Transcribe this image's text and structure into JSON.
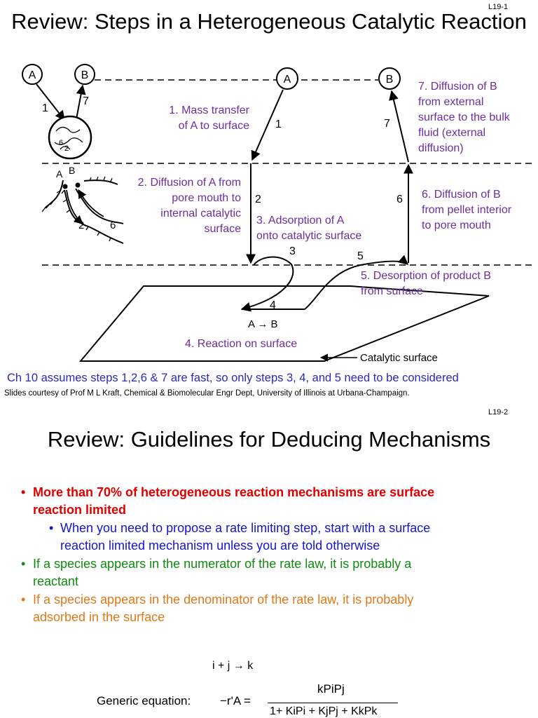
{
  "slide1": {
    "number": "L19-1",
    "title": "Review: Steps in a Heterogeneous Catalytic Reaction",
    "step1": "1. Mass transfer\nof A to surface",
    "step2": "2. Diffusion of A from\npore mouth to\ninternal catalytic\nsurface",
    "step3": "3. Adsorption of A\nonto catalytic surface",
    "step4": "4. Reaction on surface",
    "step5": "5. Desorption of product B\nfrom surface",
    "step6": "6. Diffusion of B\nfrom pellet interior\nto pore mouth",
    "step7": "7. Diffusion of B\nfrom external\nsurface to the bulk\nfluid (external\ndiffusion)",
    "diagram": {
      "species_a": "A",
      "species_b": "B",
      "num1": "1",
      "num2": "2",
      "num3": "3",
      "num4": "4",
      "num5": "5",
      "num6": "6",
      "num7": "7",
      "reaction": "A → B",
      "catalytic_surface": "Catalytic surface"
    },
    "conclusion": "Ch 10 assumes steps 1,2,6 & 7 are fast, so only steps 3, 4, and 5 need to be considered",
    "credits": "Slides courtesy of Prof M L Kraft, Chemical & Biomolecular Engr Dept, University of Illinois at Urbana-Champaign."
  },
  "slide2": {
    "number": "L19-2",
    "title": "Review: Guidelines for Deducing Mechanisms",
    "bullets": [
      "More than 70% of heterogeneous reaction mechanisms are surface\nreaction limited",
      "When you need to propose a rate limiting step, start with a surface\nreaction limited mechanism unless you are told otherwise",
      "If a species appears in the numerator of the rate law, it is probably a\nreactant",
      "If a species appears in the denominator of the rate law, it is probably\nadsorbed in the surface"
    ],
    "reaction": "i + j → k",
    "generic_label": "Generic equation:",
    "lhs": "−r'A =",
    "numerator": "kPiPj",
    "denominator": "1+ KiPi + KjPj + KkPk"
  },
  "colors": {
    "purple": "#6d2ea0",
    "blue_caption": "#2a2ab8",
    "red": "#e00000",
    "blue": "#1414d2",
    "green": "#118a11",
    "orange": "#e07818"
  }
}
